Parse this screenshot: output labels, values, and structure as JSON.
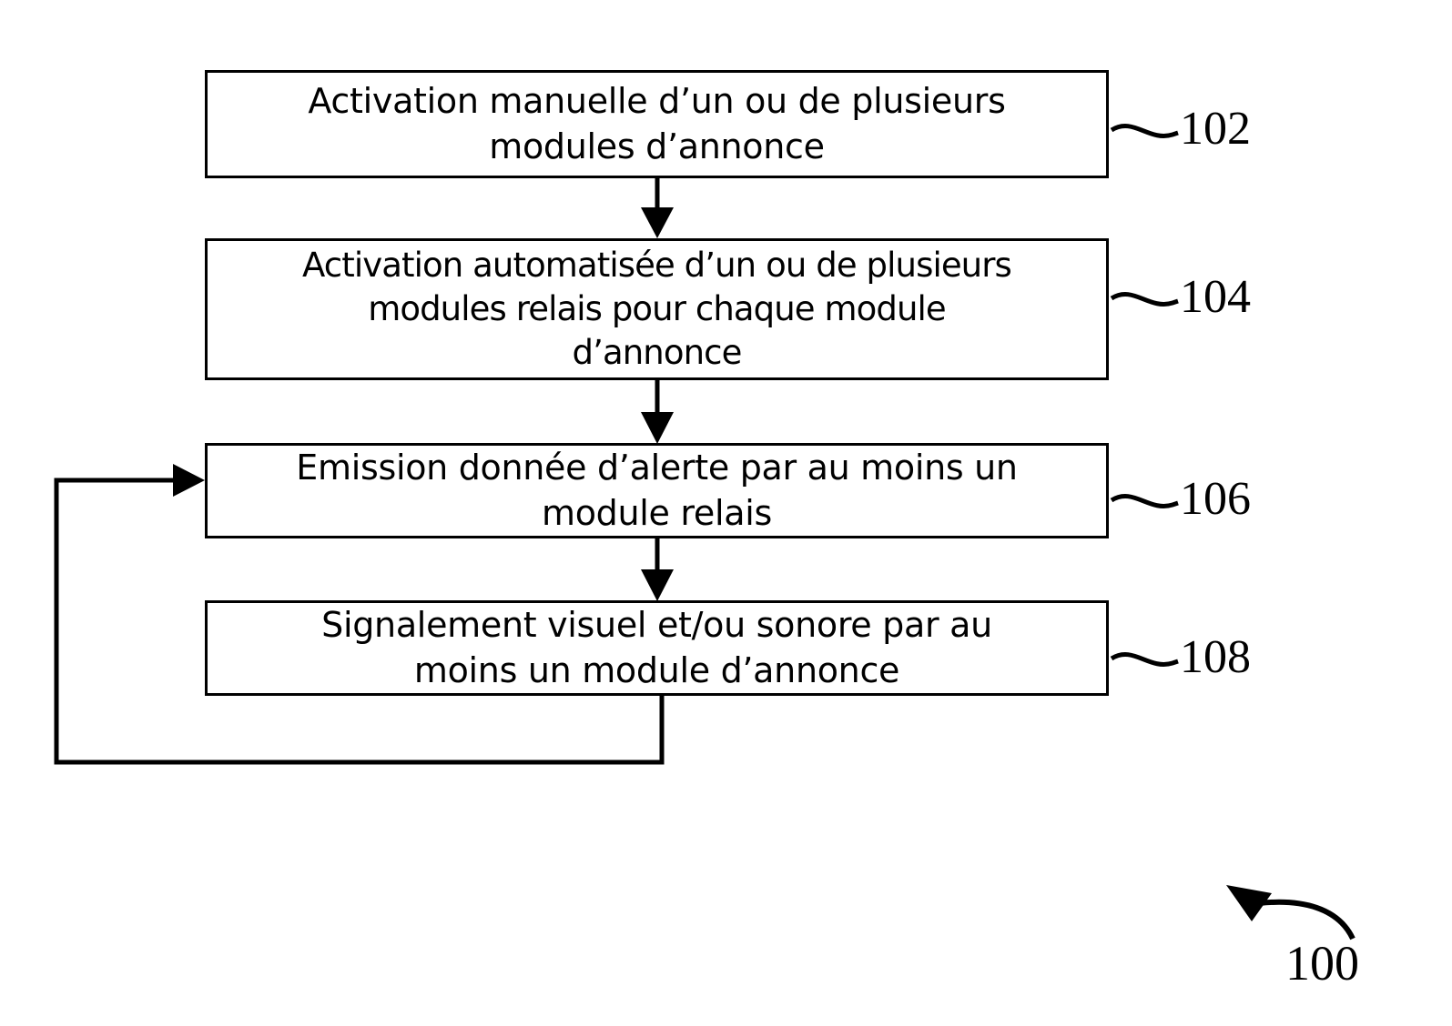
{
  "figure": {
    "reference_numeral": "100",
    "language": "fr",
    "type": "patent-flowchart"
  },
  "steps": [
    {
      "id": "102",
      "label": "Activation manuelle d’un ou de plusieurs\nmodules d’annonce",
      "ref": "102"
    },
    {
      "id": "104",
      "label": "Activation automatisée d’un ou de plusieurs\nmodules relais pour chaque module\nd’annonce",
      "ref": "104"
    },
    {
      "id": "106",
      "label": "Emission donnée d’alerte par au moins un\nmodule relais",
      "ref": "106"
    },
    {
      "id": "108",
      "label": "Signalement visuel et/ou sonore par au\nmoins un module d’annonce",
      "ref": "108"
    }
  ],
  "connectors": [
    {
      "name": "arrow-102-to-104",
      "from": "102",
      "to": "104",
      "kind": "down-arrow"
    },
    {
      "name": "arrow-104-to-106",
      "from": "104",
      "to": "106",
      "kind": "down-arrow"
    },
    {
      "name": "arrow-106-to-108",
      "from": "106",
      "to": "108",
      "kind": "down-arrow"
    },
    {
      "name": "feedback-108-to-106",
      "from": "108",
      "to": "106",
      "kind": "loop-back-left"
    }
  ],
  "colors": {
    "stroke": "#000000",
    "background": "#ffffff",
    "text": "#000000"
  }
}
